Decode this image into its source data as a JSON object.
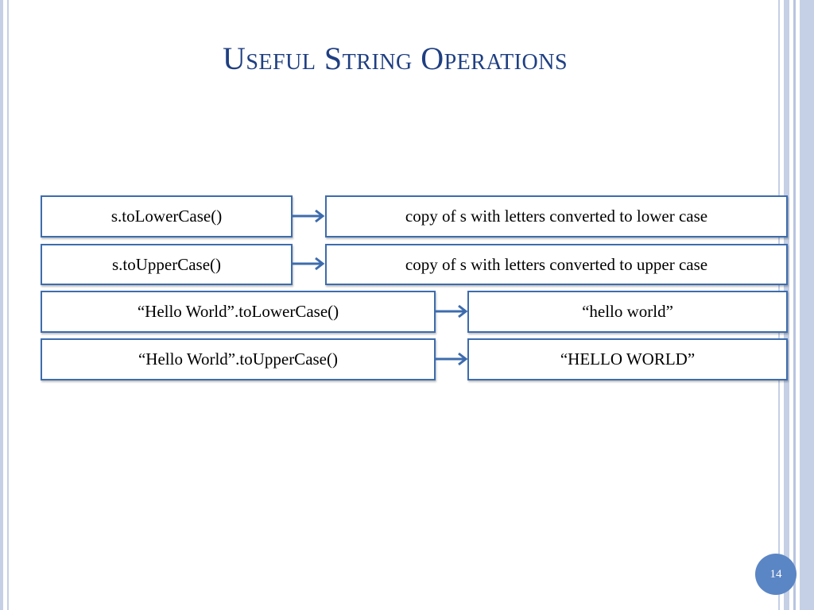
{
  "slide": {
    "title": "Useful String Operations",
    "page_number": "14"
  },
  "rows": [
    {
      "left": "s.toLowerCase()",
      "right": "copy of s with letters converted to lower case"
    },
    {
      "left": "s.toUpperCase()",
      "right": "copy of s with letters converted to upper case"
    },
    {
      "left": "“Hello World”.toLowerCase()",
      "right": "“hello world”"
    },
    {
      "left": "“Hello World”.toUpperCase()",
      "right": "“HELLO WORLD”"
    }
  ],
  "colors": {
    "title": "#1f3f82",
    "box_border": "#3d6cad",
    "arrow": "#3d6cad",
    "page_circle": "#5b86c5"
  }
}
